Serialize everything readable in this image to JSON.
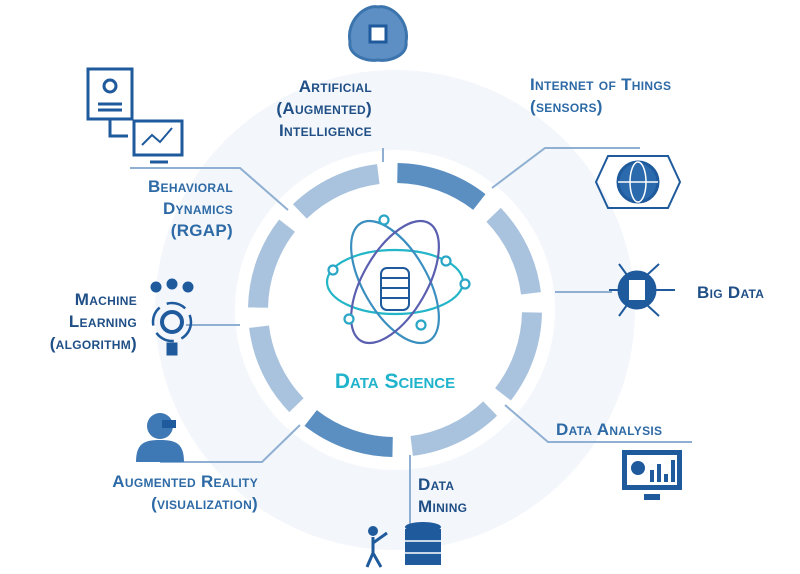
{
  "center": {
    "title": "Data Science"
  },
  "nodes": {
    "ai": [
      "Artificial",
      "(Augmented)",
      "Intelligence"
    ],
    "iot": [
      "Internet of Things",
      "(sensors)"
    ],
    "behavioral": [
      "Behavioral",
      "Dynamics",
      "(RGAP)"
    ],
    "big_data": [
      "Big Data"
    ],
    "ml": [
      "Machine",
      "Learning",
      "(algorithm)"
    ],
    "analysis": [
      "Data Analysis"
    ],
    "ar": [
      "Augmented Reality",
      "(visualization)"
    ],
    "mining": [
      "Data",
      "Mining"
    ]
  },
  "colors": {
    "text": "#2d6aa6",
    "ring_light": "#a9c3de",
    "ring_dark": "#5b8fc2",
    "accent": "#1fb3cc",
    "icon": "#1e5a9c"
  }
}
